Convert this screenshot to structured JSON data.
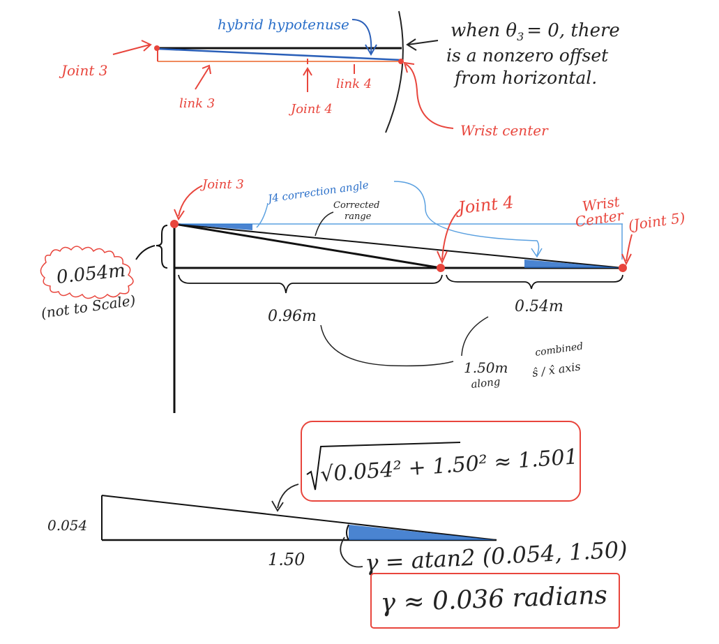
{
  "colors": {
    "red": "#e8453c",
    "blue": "#2a6fc9",
    "light_blue": "#5aa0e0",
    "black": "#222222",
    "orange": "#f08a5d",
    "red_box": "#e8453c"
  },
  "top_diagram": {
    "hybrid_hypotenuse": "hybrid hypotenuse",
    "joint3": "Joint 3",
    "link3": "link 3",
    "joint4": "Joint 4",
    "link4": "link 4",
    "wrist_center": "Wrist center",
    "note_line1": "when θ",
    "note_sub": "3",
    "note_line1b": "= 0,  there",
    "note_line2": "is a nonzero offset",
    "note_line3": "from   horizontal."
  },
  "middle_diagram": {
    "joint3": "Joint 3",
    "j4_correction": "J4 correction angle",
    "corrected_range_1": "Corrected",
    "corrected_range_2": "range",
    "joint4": "Joint 4",
    "wrist_1": "Wrist",
    "wrist_2": "Center",
    "joint5": "(Joint 5)",
    "offset_label": "0.054m",
    "not_to_scale": "(not to Scale)",
    "len1": "0.96m",
    "len2": "0.54m",
    "combined_1": "1.50m",
    "combined_2": "along",
    "combined_3": "combined",
    "combined_4": "ŝ / x̂  axis"
  },
  "bottom_diagram": {
    "side_vertical": "0.054",
    "side_horizontal": "1.50",
    "hyp_formula": "√0.054² + 1.50²  ≈ 1.501",
    "gamma_formula": "γ = atan2 (0.054, 1.50)",
    "gamma_result": "γ ≈ 0.036 radians"
  }
}
